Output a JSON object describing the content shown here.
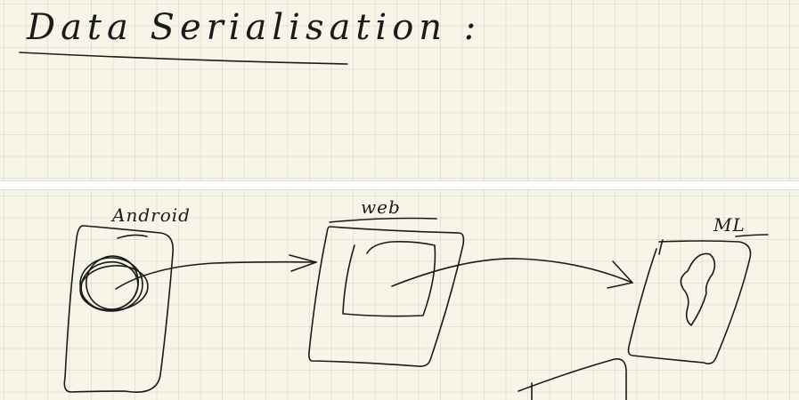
{
  "title": "Data Serialisation :",
  "nodes": [
    {
      "id": "android",
      "label": "Android",
      "icon": "phone-sketch"
    },
    {
      "id": "web",
      "label": "web",
      "icon": "window-sketch"
    },
    {
      "id": "ml",
      "label": "ML",
      "icon": "person-sketch"
    }
  ],
  "edges": [
    {
      "from": "android",
      "to": "web"
    },
    {
      "from": "web",
      "to": "ml"
    }
  ]
}
